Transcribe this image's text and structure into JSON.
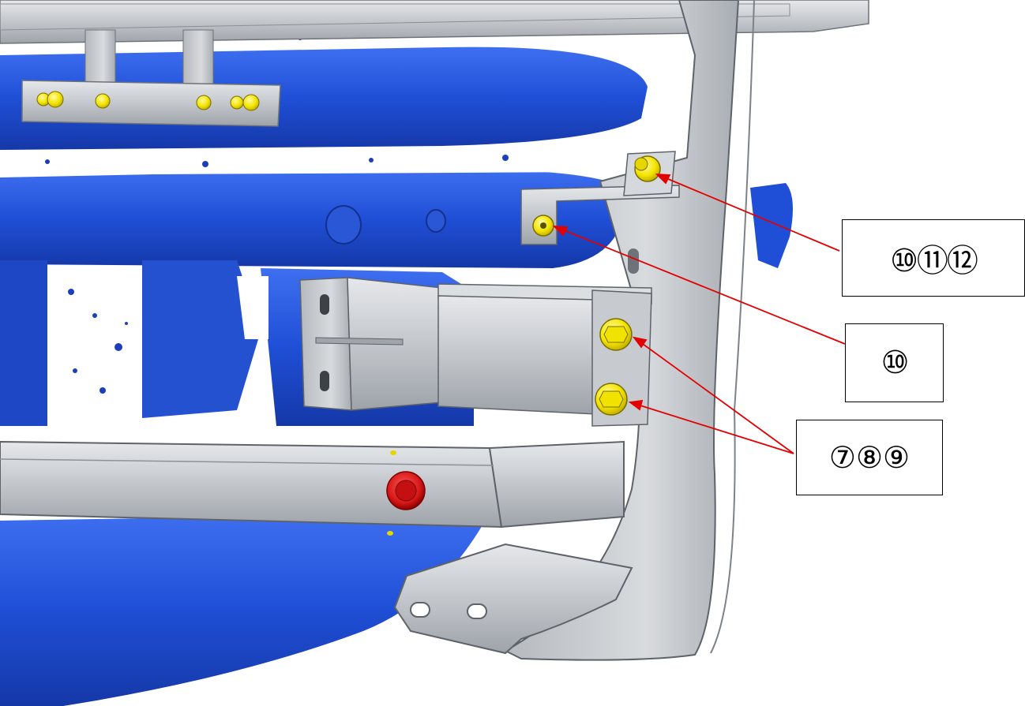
{
  "callouts": {
    "upper_bracket_bolt": "⑩⑪⑫",
    "tube_flange_bolt": "⑩",
    "lower_plate_bolts": "⑦⑧⑨"
  },
  "colors": {
    "frame_blue": "#1f4fd6",
    "bracket_grey": "#c9cdd2",
    "fastener_yellow": "#f4e400",
    "reflector_red": "#d81818",
    "leader_red": "#e30000"
  }
}
